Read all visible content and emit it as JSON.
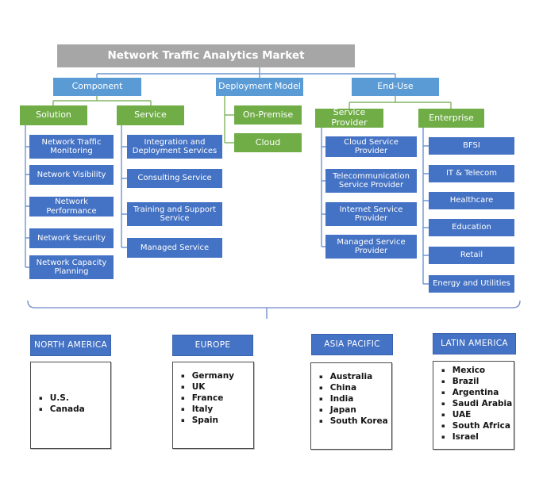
{
  "title": "Network Traffic Analytics Market",
  "colors": {
    "root_gray": "#a6a6a6",
    "branch_blue": "#5b9bd5",
    "segment_green": "#70ad47",
    "leaf_blue": "#4472c4",
    "region_blue": "#4472c4",
    "connector_blue": "#6e96d3",
    "connector_green": "#83b562"
  },
  "tree": {
    "component": {
      "label": "Component",
      "children": {
        "solution": {
          "label": "Solution",
          "items": [
            "Network Traffic Monitoring",
            "Network Visibility",
            "Network Performance",
            "Network Security",
            "Network Capacity Planning"
          ]
        },
        "service": {
          "label": "Service",
          "items": [
            "Integration and Deployment Services",
            "Consulting Service",
            "Training and Support Service",
            "Managed Service"
          ]
        }
      }
    },
    "deployment_model": {
      "label": "Deployment Model",
      "items": [
        "On-Premise",
        "Cloud"
      ]
    },
    "end_use": {
      "label": "End-Use",
      "children": {
        "service_provider": {
          "label": "Service Provider",
          "items": [
            "Cloud Service Provider",
            "Telecommunication Service Provider",
            "Internet Service Provider",
            "Managed Service Provider"
          ]
        },
        "enterprise": {
          "label": "Enterprise",
          "items": [
            "BFSI",
            "IT & Telecom",
            "Healthcare",
            "Education",
            "Retail",
            "Energy and Utilities"
          ]
        }
      }
    }
  },
  "regions": [
    {
      "name": "NORTH AMERICA",
      "countries": [
        "U.S.",
        "Canada"
      ]
    },
    {
      "name": "EUROPE",
      "countries": [
        "Germany",
        "UK",
        "France",
        "Italy",
        "Spain"
      ]
    },
    {
      "name": "ASIA PACIFIC",
      "countries": [
        "Australia",
        "China",
        "India",
        "Japan",
        "South Korea"
      ]
    },
    {
      "name": "LATIN AMERICA",
      "countries": [
        "Mexico",
        "Brazil",
        "Argentina",
        "Saudi Arabia",
        "UAE",
        "South Africa",
        "Israel"
      ]
    }
  ]
}
